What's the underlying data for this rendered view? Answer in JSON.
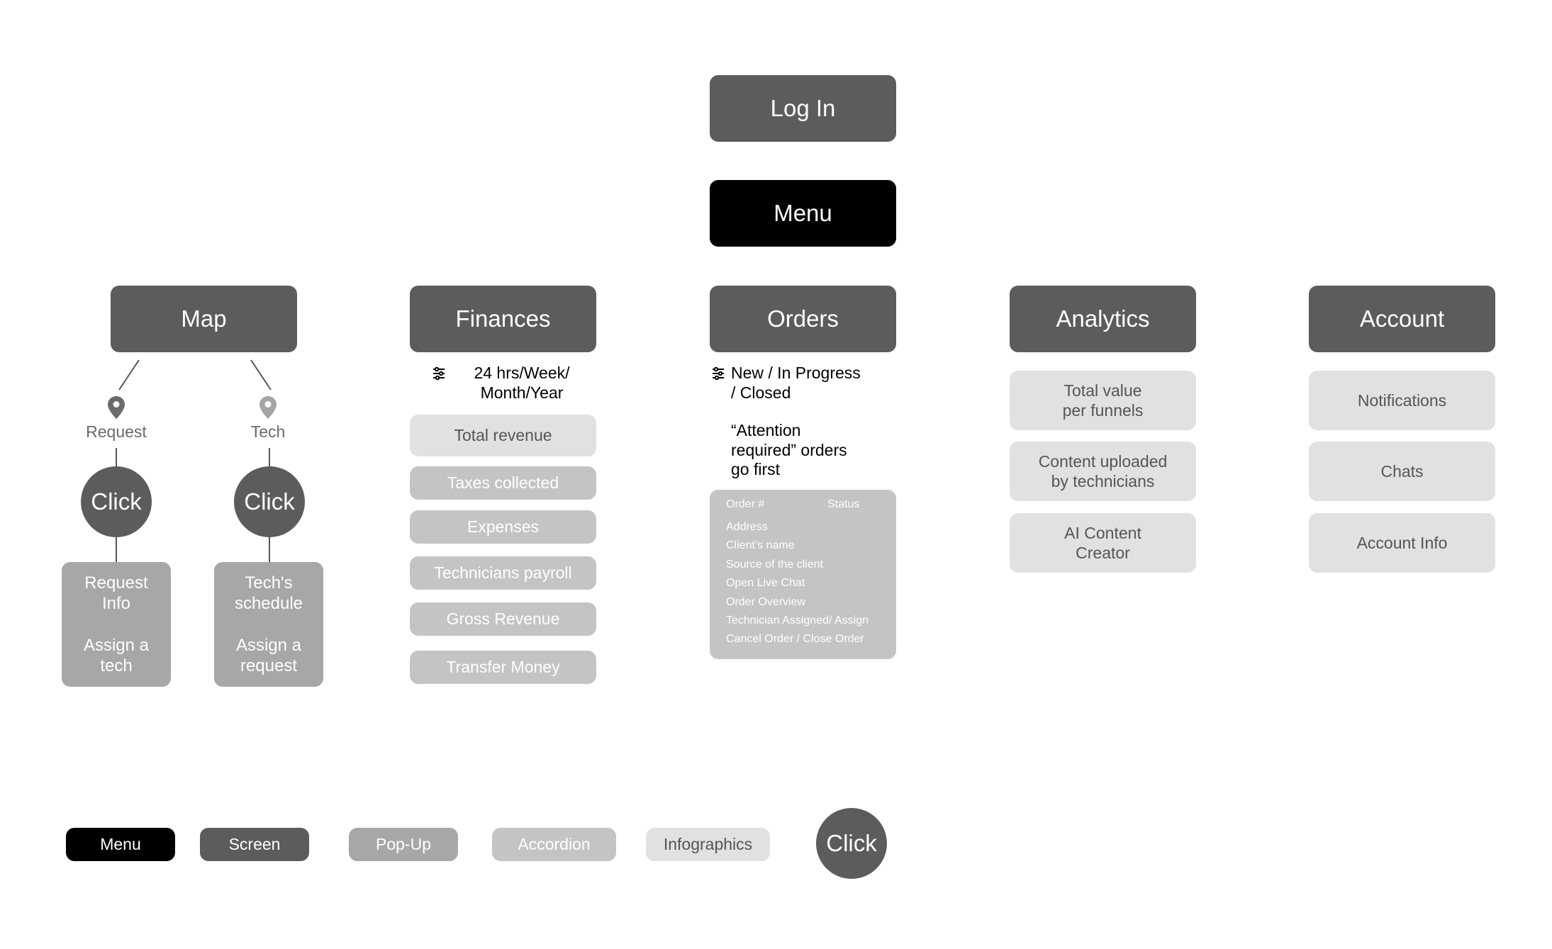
{
  "login": {
    "label": "Log In"
  },
  "menu": {
    "label": "Menu"
  },
  "sections": {
    "map": {
      "title": "Map",
      "branches": [
        {
          "label": "Request",
          "click": "Click",
          "popup": "Request\nInfo\n\nAssign a\ntech"
        },
        {
          "label": "Tech",
          "click": "Click",
          "popup": "Tech's\nschedule\n\nAssign a\nrequest"
        }
      ]
    },
    "finances": {
      "title": "Finances",
      "filter": "24 hrs/Week/\nMonth/Year",
      "infographic": "Total revenue",
      "items": [
        "Taxes collected",
        "Expenses",
        "Technicians payroll",
        "Gross Revenue",
        "Transfer Money"
      ]
    },
    "orders": {
      "title": "Orders",
      "filter": "New / In Progress\n/ Closed",
      "note": "“Attention\nrequired” orders\ngo first",
      "table": {
        "header": [
          "Order #",
          "Status"
        ],
        "rows": [
          "Address",
          "Client’s name",
          "Source of the client",
          "Open Live Chat",
          "Order Overview",
          "Technician Assigned/ Assign",
          "Cancel Order / Close Order"
        ]
      }
    },
    "analytics": {
      "title": "Analytics",
      "items": [
        "Total value\nper funnels",
        "Content uploaded\nby technicians",
        "AI Content\nCreator"
      ]
    },
    "account": {
      "title": "Account",
      "items": [
        "Notifications",
        "Chats",
        "Account Info"
      ]
    }
  },
  "legend": {
    "menu": "Menu",
    "screen": "Screen",
    "popup": "Pop-Up",
    "accordion": "Accordion",
    "infographics": "Infographics",
    "click": "Click"
  },
  "icons": {
    "filter": "sliders-icon",
    "pin": "map-pin-icon"
  },
  "colors": {
    "menu": "#000000",
    "screen": "#5c5c5c",
    "popup": "#a7a7a7",
    "accordion": "#c4c4c4",
    "infographics": "#e1e1e1"
  }
}
